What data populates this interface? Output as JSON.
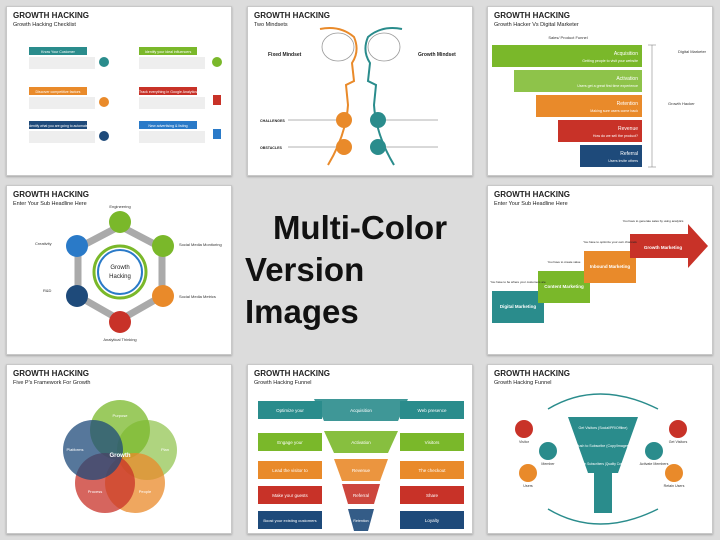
{
  "center": {
    "line1": "Multi-Color",
    "line2": "Version Images"
  },
  "slides": [
    {
      "title": "GROWTH HACKING",
      "subtitle": "Growth Hacking Checklist",
      "items": [
        "Know Your Customer",
        "Identify your ideal influencers",
        "Discover competitive factors",
        "Track everything in Google Analytics",
        "Identify what you are going to automate",
        "New advertising & listing"
      ]
    },
    {
      "title": "GROWTH HACKING",
      "subtitle": "Two Mindsets",
      "fixed": "Fixed Mindset",
      "growth": "Growth Mindset",
      "challenges": "CHALLENGES",
      "obstacles": "OBSTACLES"
    },
    {
      "title": "GROWTH HACKING",
      "subtitle": "Growth Hacker Vs Digital Marketer",
      "funnel_label": "Sales/ Product Funnel",
      "bars": [
        {
          "label": "Acquisition",
          "desc": "Getting people to visit your website"
        },
        {
          "label": "Activation",
          "desc": "Users get a great first time experience"
        },
        {
          "label": "Retention",
          "desc": "Making sure users come back"
        },
        {
          "label": "Revenue",
          "desc": "How do we sell the product?"
        },
        {
          "label": "Referral",
          "desc": "Users invite others"
        }
      ],
      "digital": "Digital Marketer",
      "hacker": "Growth Hacker"
    },
    {
      "title": "GROWTH HACKING",
      "subtitle": "Enter Your Sub Headline Here",
      "center1": "Growth",
      "center2": "Hacking",
      "nodes": [
        "Engineering",
        "Social Media Monitoring",
        "Social Media Metrics",
        "Analytical Thinking",
        "R&D",
        "Creativity"
      ]
    },
    {
      "title": "GROWTH HACKING",
      "subtitle": "Enter Your Sub Headline Here",
      "steps": [
        "Digital Marketing",
        "Content Marketing",
        "Inbound Marketing",
        "Growth Marketing"
      ],
      "notes": [
        "You have to be where your customers are",
        "You have to create value",
        "You have to optimize your own channels",
        "You have to generate sales by using analytics"
      ]
    },
    {
      "title": "GROWTH HACKING",
      "subtitle": "Five P's Framework For Growth",
      "center": "Growth",
      "circles": [
        "Purpose",
        "Plan",
        "People",
        "Process",
        "Platforms"
      ]
    },
    {
      "title": "GROWTH HACKING",
      "subtitle": "Growth Hacking Funnel",
      "rows": [
        {
          "left": "Optimize your",
          "mid": "Acquisition",
          "right": "Web presence"
        },
        {
          "left": "Engage your",
          "mid": "Activation",
          "right": "Visitors"
        },
        {
          "left": "Lead the visitor to",
          "mid": "Revenue",
          "right": "The checkout"
        },
        {
          "left": "Make your guests",
          "mid": "Referral",
          "right": "Share"
        },
        {
          "left": "Boost your existing customers",
          "mid": "Retention",
          "right": "Loyalty"
        }
      ]
    },
    {
      "title": "GROWTH HACKING",
      "subtitle": "Growth Hacking Funnel",
      "funnel": [
        "Get Visitors (Social/PR/Offline)",
        "Push to Subscribe (Copy/Images)",
        "Retain Subscribers (Quality Content)"
      ],
      "roles": [
        "Visitor",
        "Member",
        "Users",
        "Get Visitors",
        "Activate Members",
        "Retain Users"
      ]
    }
  ]
}
